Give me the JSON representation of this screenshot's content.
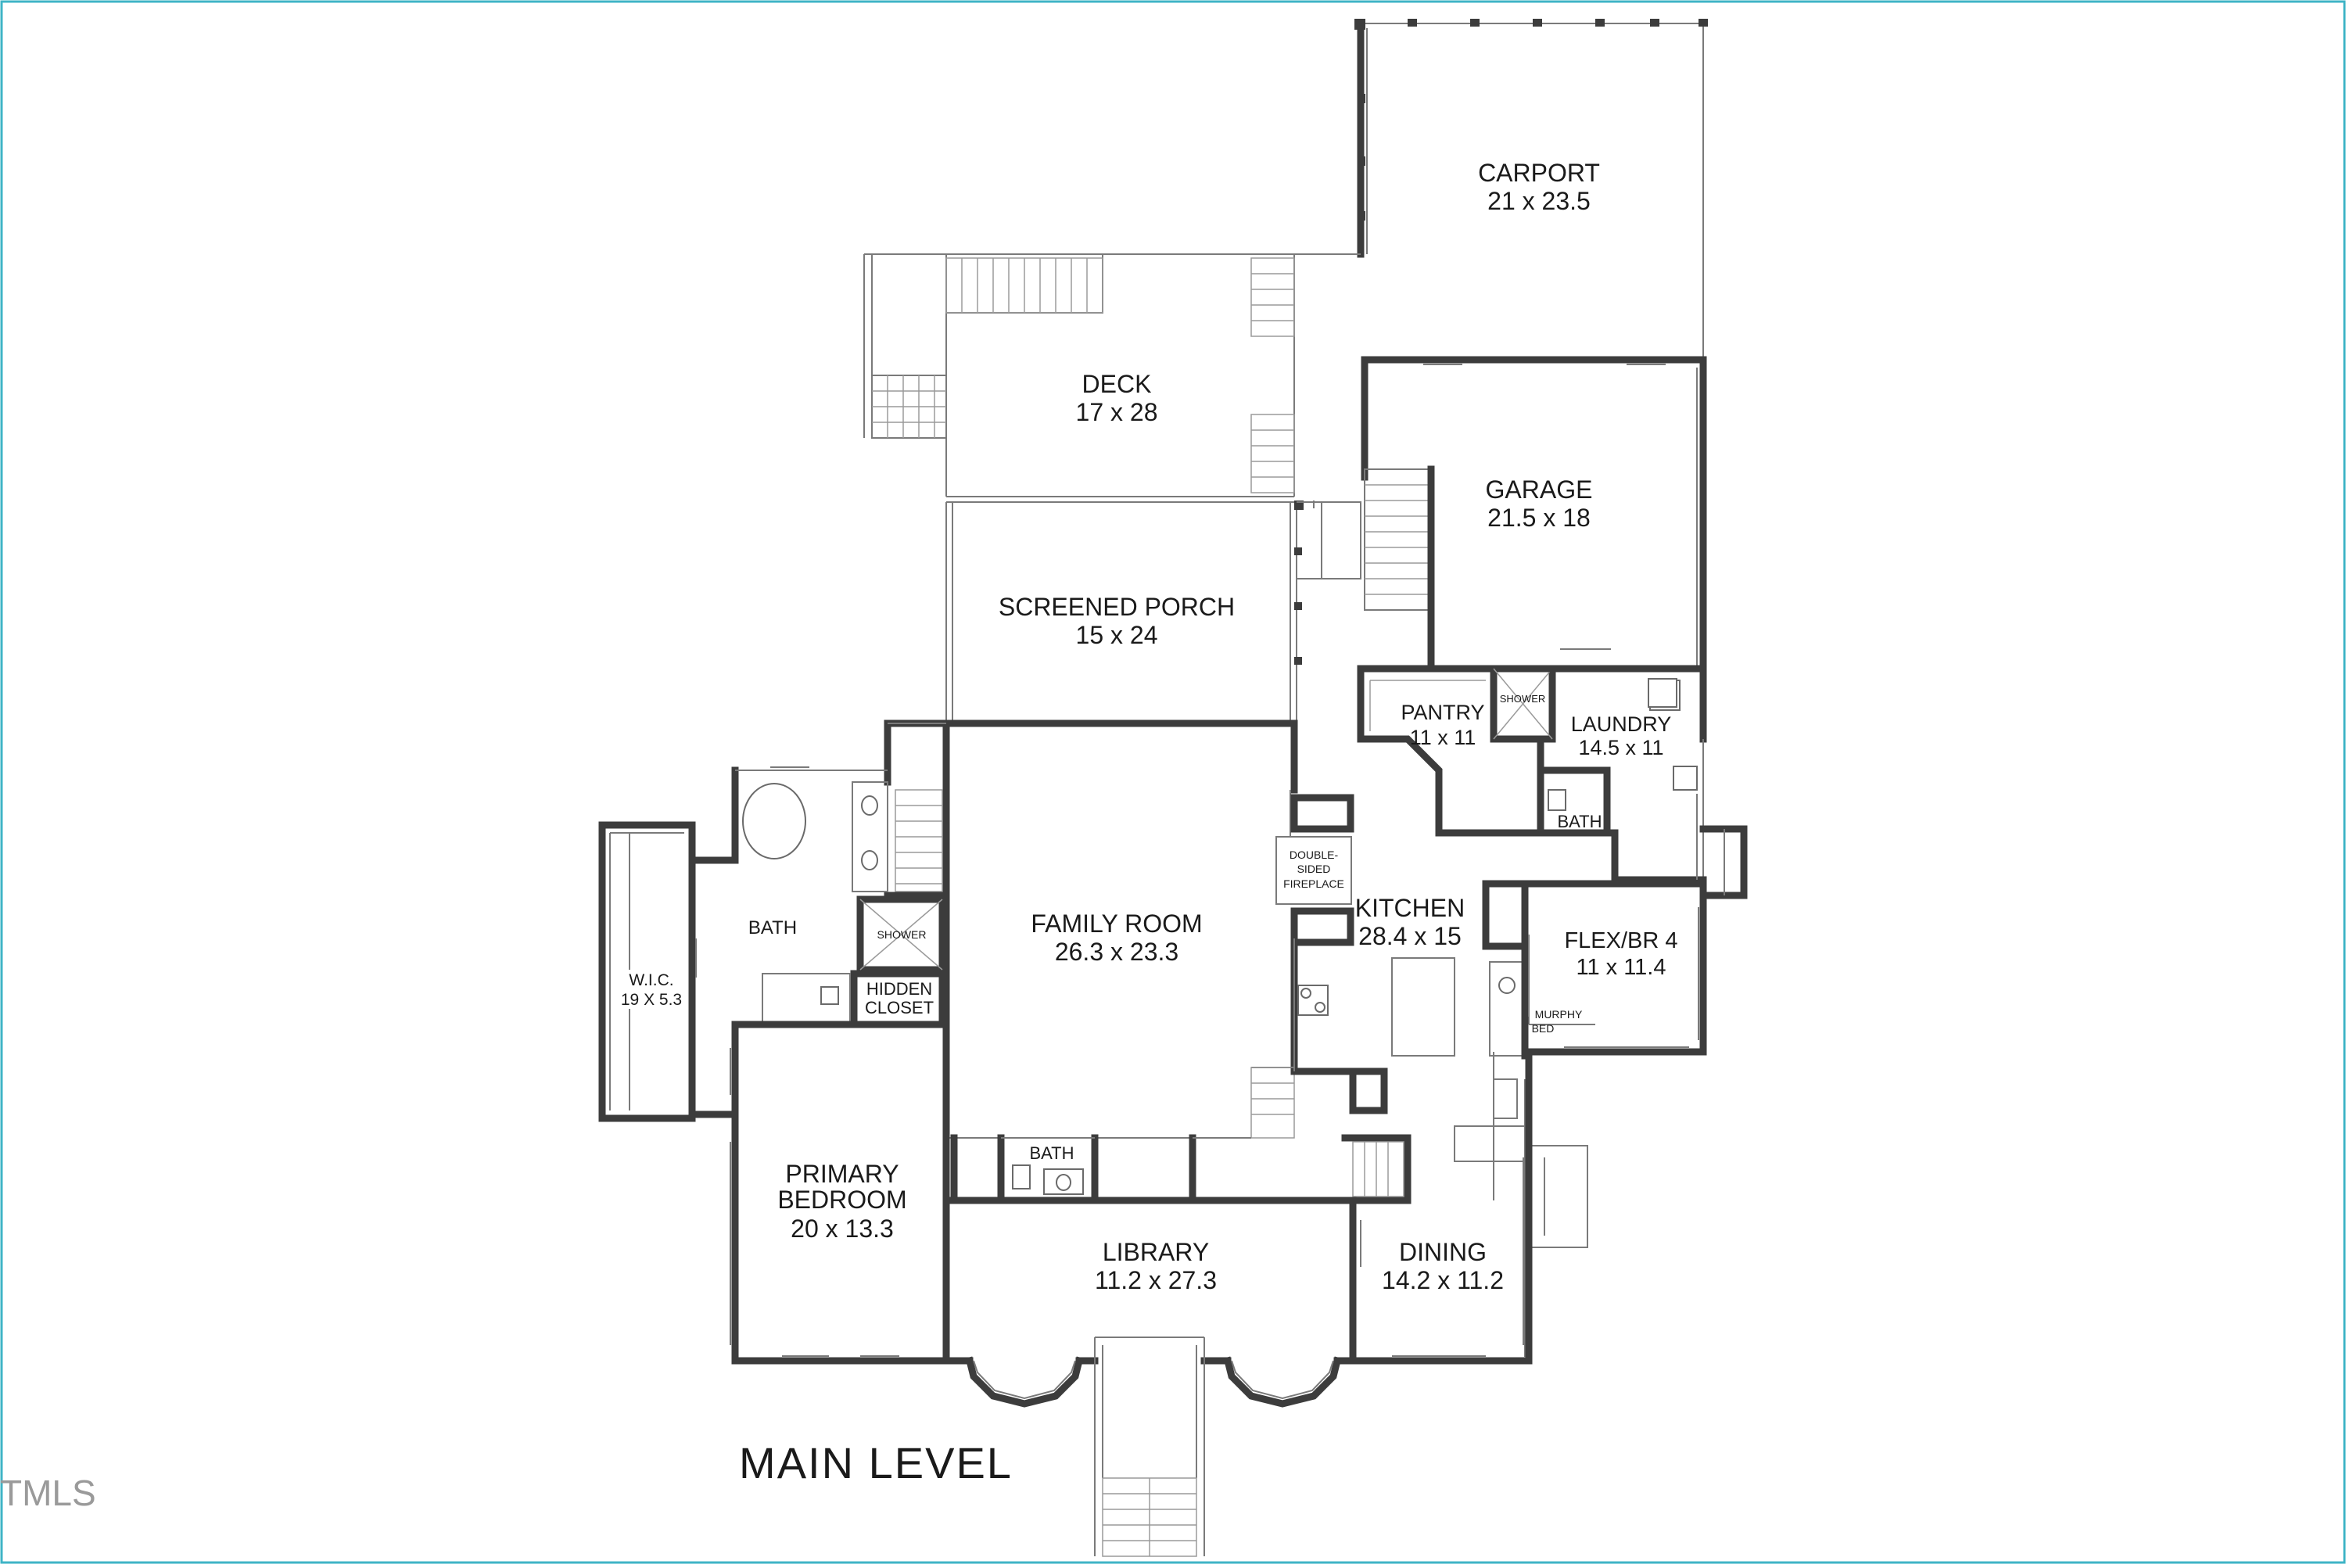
{
  "plan": {
    "title": "MAIN LEVEL",
    "watermark": "TMLS",
    "rooms": [
      {
        "id": "carport",
        "name": "CARPORT",
        "size": "21 x 23.5"
      },
      {
        "id": "deck",
        "name": "DECK",
        "size": "17 x 28"
      },
      {
        "id": "garage",
        "name": "GARAGE",
        "size": "21.5 x 18"
      },
      {
        "id": "screened-porch",
        "name": "SCREENED PORCH",
        "size": "15 x 24"
      },
      {
        "id": "pantry",
        "name": "PANTRY",
        "size": "11 x 11"
      },
      {
        "id": "laundry",
        "name": "LAUNDRY",
        "size": "14.5 x 11"
      },
      {
        "id": "family-room",
        "name": "FAMILY ROOM",
        "size": "26.3 x 23.3"
      },
      {
        "id": "kitchen",
        "name": "KITCHEN",
        "size": "28.4 x 15"
      },
      {
        "id": "flex-br4",
        "name": "FLEX/BR 4",
        "size": "11 x 11.4"
      },
      {
        "id": "wic",
        "name": "W.I.C.",
        "size": "19 X 5.3"
      },
      {
        "id": "primary-bedroom",
        "name": "PRIMARY",
        "name2": "BEDROOM",
        "size": "20 x 13.3"
      },
      {
        "id": "library",
        "name": "LIBRARY",
        "size": "11.2 x 27.3"
      },
      {
        "id": "dining",
        "name": "DINING",
        "size": "14.2 x 11.2"
      }
    ],
    "labels": {
      "bath_primary": "BATH",
      "bath_laundry": "BATH",
      "bath_center": "BATH",
      "shower_primary": "SHOWER",
      "shower_laundry": "SHOWER",
      "hidden_closet_1": "HIDDEN",
      "hidden_closet_2": "CLOSET",
      "fireplace_1": "DOUBLE-",
      "fireplace_2": "SIDED",
      "fireplace_3": "FIREPLACE",
      "murphy_1": "MURPHY",
      "murphy_2": "BED"
    },
    "colors": {
      "wall": "#3c3c3c",
      "frame": "#3fb4c6",
      "text": "#1a1a1a"
    }
  }
}
